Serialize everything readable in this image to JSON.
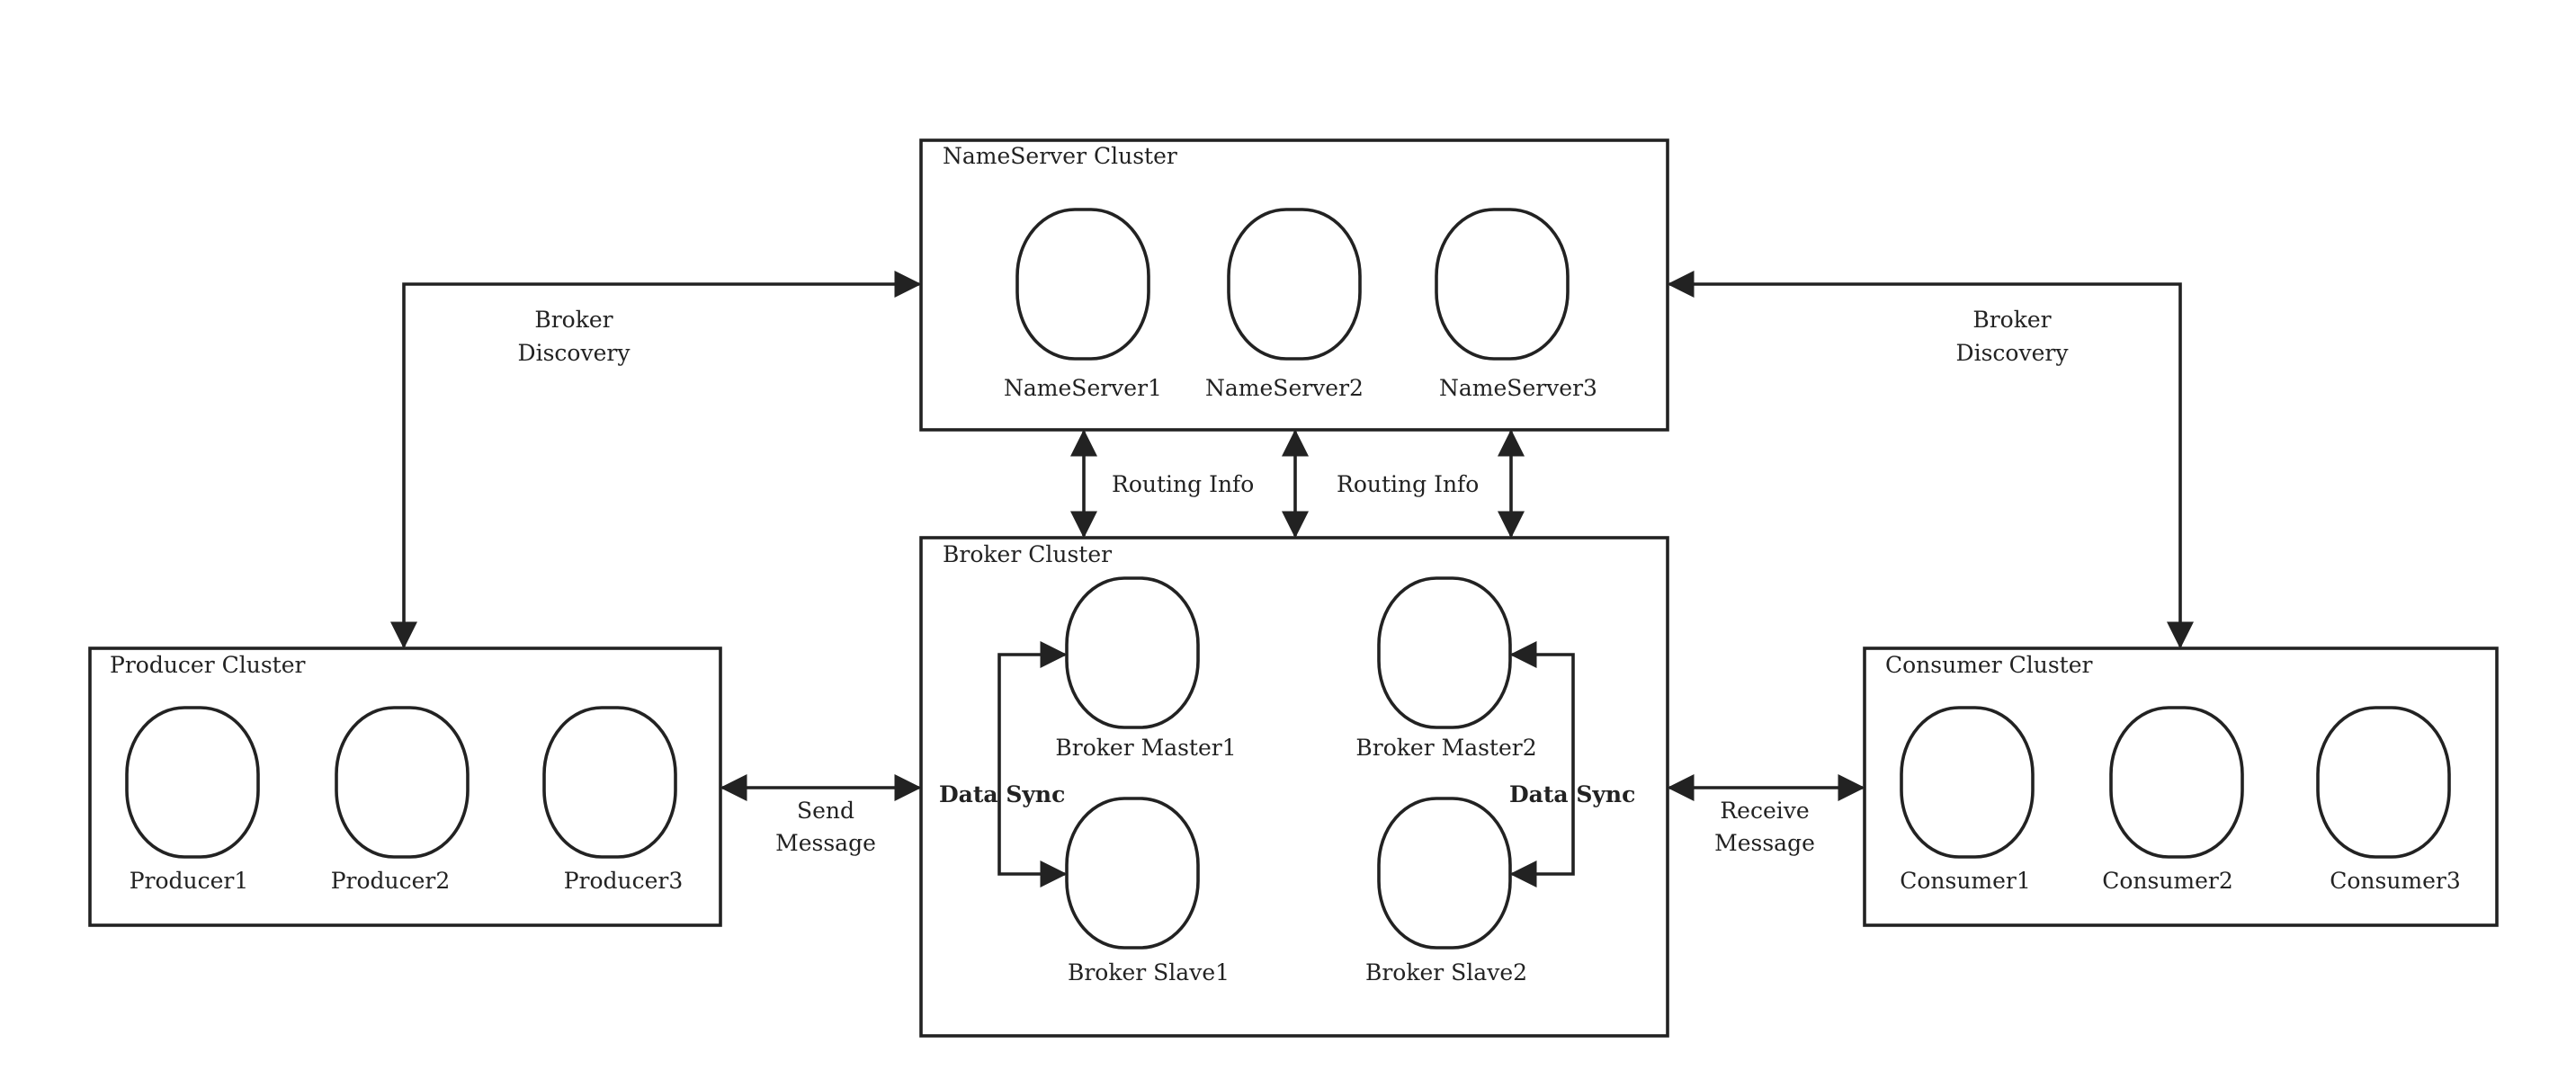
{
  "clusters": {
    "nameserver": {
      "title": "NameServer Cluster",
      "nodes": [
        "NameServer1",
        "NameServer2",
        "NameServer3"
      ]
    },
    "broker": {
      "title": "Broker Cluster",
      "nodes": [
        "Broker Master1",
        "Broker Master2",
        "Broker Slave1",
        "Broker Slave2"
      ]
    },
    "producer": {
      "title": "Producer Cluster",
      "nodes": [
        "Producer1",
        "Producer2",
        "Producer3"
      ]
    },
    "consumer": {
      "title": "Consumer Cluster",
      "nodes": [
        "Consumer1",
        "Consumer2",
        "Consumer3"
      ]
    }
  },
  "edges": {
    "broker_discovery_left": [
      "Broker",
      "Discovery"
    ],
    "broker_discovery_right": [
      "Broker",
      "Discovery"
    ],
    "routing_info_1": "Routing Info",
    "routing_info_2": "Routing Info",
    "send_message": [
      "Send",
      "Message"
    ],
    "receive_message": [
      "Receive",
      "Message"
    ],
    "data_sync_left": "Data Sync",
    "data_sync_right": "Data Sync"
  },
  "colors": {
    "stroke": "#222222",
    "background": "#ffffff"
  }
}
